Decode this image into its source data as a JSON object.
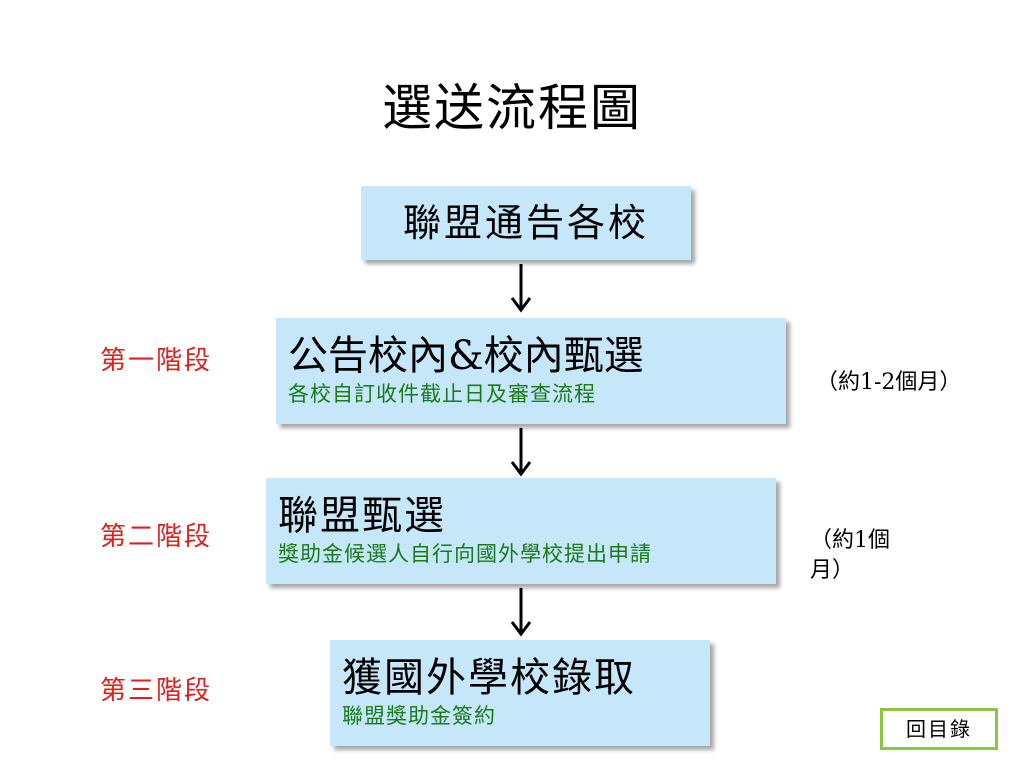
{
  "title": "選送流程圖",
  "steps": [
    {
      "main": "聯盟通告各校",
      "sub": ""
    },
    {
      "main": "公告校內&校內甄選",
      "sub": "各校自訂收件截止日及審查流程"
    },
    {
      "main": "聯盟甄選",
      "sub": "獎助金候選人自行向國外學校提出申請"
    },
    {
      "main": "獲國外學校錄取",
      "sub": "聯盟獎助金簽約"
    }
  ],
  "stages": [
    "第一階段",
    "第二階段",
    "第三階段"
  ],
  "notes": [
    "（約1-2個月）",
    "（約1個月）"
  ],
  "back_button": "回目錄",
  "colors": {
    "box": "#c6e7f9",
    "stage": "#e02020",
    "sub": "#1a7a1a",
    "button_border": "#8dc63f"
  }
}
